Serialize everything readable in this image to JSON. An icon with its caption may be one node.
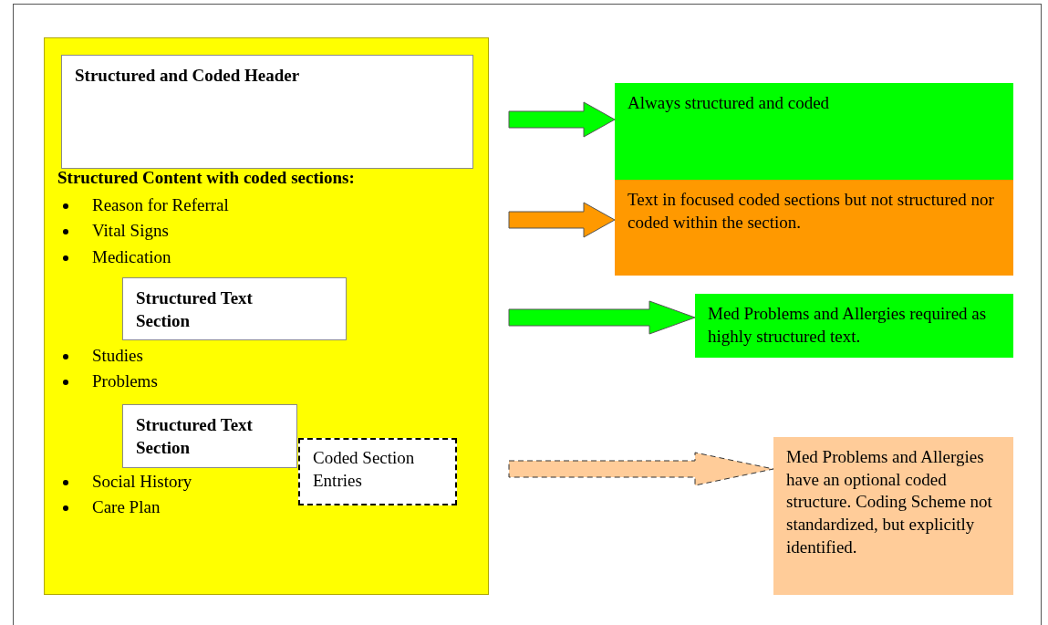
{
  "diagram": {
    "nodes": [
      {
        "text": [
          "Structured Content with coded sections:",
          "Reason for Referral",
          "Vital Signs",
          "Medication",
          "Studies",
          "Problems",
          "Social History",
          "Care Plan"
        ]
      },
      {
        "text": [
          "Structured and Coded Header"
        ],
        "in": 0
      },
      {
        "text": [
          "Structured Text Section"
        ],
        "in": 0
      },
      {
        "text": [
          "Structured Text Section"
        ],
        "in": 0
      },
      {
        "text": [
          "Coded Section Entries"
        ],
        "in": 0
      },
      {
        "text": [
          "Always structured and coded"
        ]
      },
      {
        "text": [
          "Text in focused coded sections but not structured nor coded within the section."
        ]
      },
      {
        "text": [
          "Med Problems and Allergies required as highly structured text."
        ]
      },
      {
        "text": [
          "Med Problems and Allergies have an optional coded structure. Coding Scheme not standardized, but explicitly identified."
        ]
      }
    ],
    "edges": [
      {
        "from": null,
        "to": 5,
        "arrow": "to",
        "color": "#00ff00"
      },
      {
        "from": null,
        "to": 6,
        "arrow": "to",
        "color": "#ff9900"
      },
      {
        "from": null,
        "to": 7,
        "arrow": "to",
        "color": "#00ff00"
      },
      {
        "from": null,
        "to": 8,
        "arrow": "to",
        "style": "dashed",
        "color": "#ffcc99"
      }
    ]
  }
}
